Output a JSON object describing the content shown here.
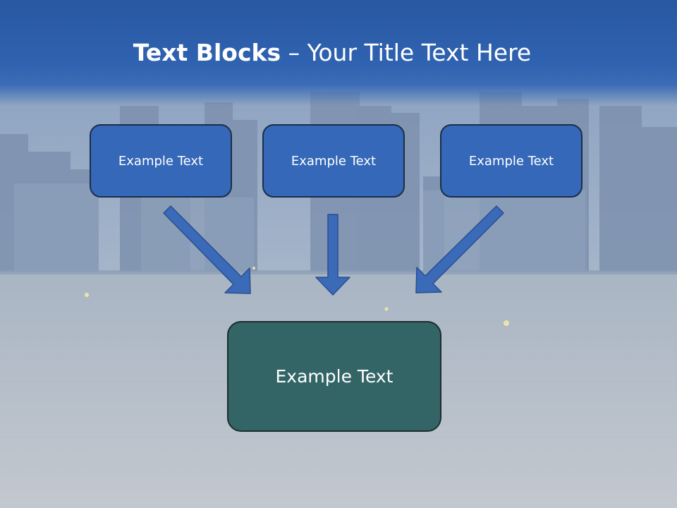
{
  "slide": {
    "title_bold": "Text Blocks",
    "title_separator": " – ",
    "title_rest": "Your Title Text Here"
  },
  "diagram": {
    "boxes": [
      {
        "label": "Example Text"
      },
      {
        "label": "Example Text"
      },
      {
        "label": "Example Text"
      }
    ],
    "target": {
      "label": "Example Text"
    }
  },
  "colors": {
    "header": "#2f62b0",
    "top_box": "#3568b8",
    "target_box": "#336566",
    "arrow": "#3a6ab8"
  }
}
